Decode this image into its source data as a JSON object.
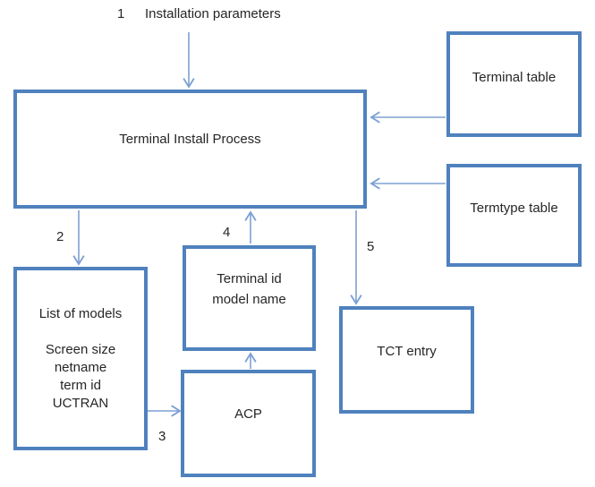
{
  "colors": {
    "box_border": "#4f81bd",
    "arrow": "#7da0d2",
    "text": "#262626"
  },
  "labels": {
    "step1": "1",
    "step2": "2",
    "step3": "3",
    "step4": "4",
    "step5": "5",
    "installation_parameters": "Installation parameters"
  },
  "boxes": {
    "terminal_install_process": {
      "label": "Terminal Install Process"
    },
    "terminal_table": {
      "label": "Terminal table"
    },
    "termtype_table": {
      "label": "Termtype table"
    },
    "list_of_models": {
      "lines": [
        "List of models",
        "",
        "Screen size",
        "netname",
        "term id",
        "UCTRAN"
      ]
    },
    "terminal_id_model_name": {
      "lines": [
        "Terminal id",
        "model name"
      ]
    },
    "acp": {
      "label": "ACP"
    },
    "tct_entry": {
      "label": "TCT entry"
    }
  }
}
